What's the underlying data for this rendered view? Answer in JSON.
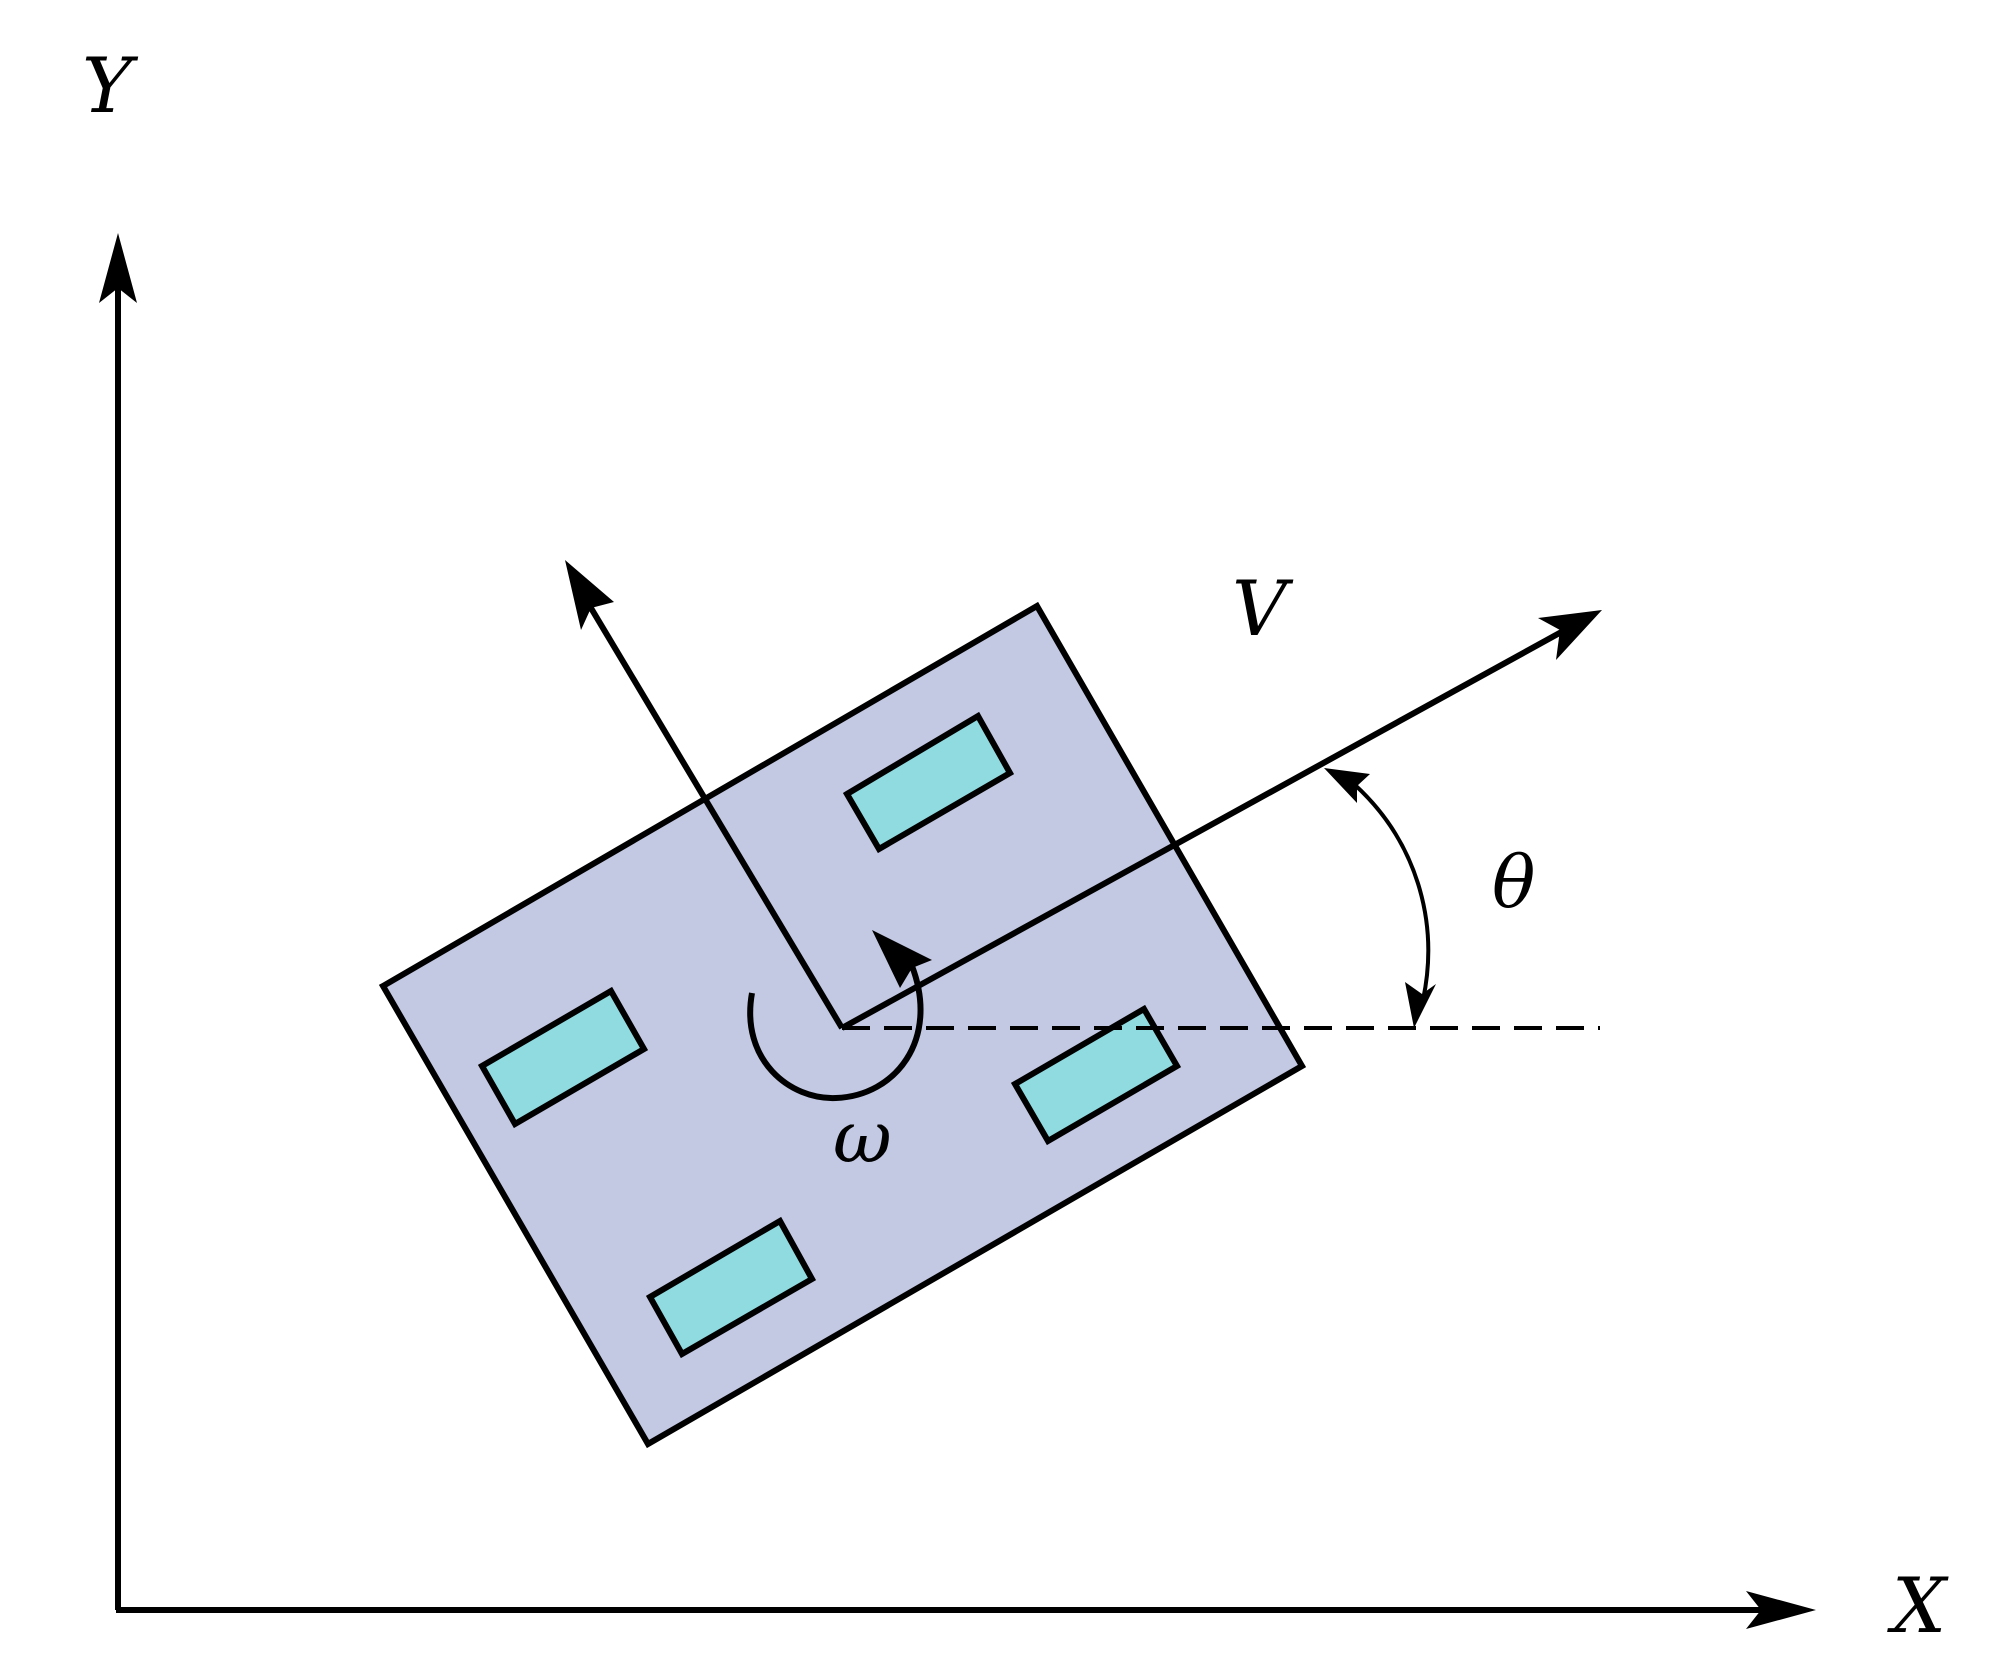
{
  "labels": {
    "y_axis": "Y",
    "x_axis": "X",
    "velocity": "V",
    "heading_angle": "θ",
    "angular_velocity": "ω"
  },
  "colors": {
    "stroke": "#000000",
    "body_fill": "#c3c8e3",
    "wheel_fill": "#8fdbe0",
    "background": "#ffffff"
  },
  "elements": {
    "body": "robot-body",
    "wheels": [
      "wheel-top-right",
      "wheel-left",
      "wheel-right",
      "wheel-bottom"
    ],
    "arrows": [
      "x-axis-arrow",
      "y-axis-arrow",
      "velocity-arrow",
      "lateral-axis-arrow",
      "rotation-arrow",
      "theta-arc-arrow"
    ],
    "reference": "horizontal-reference-line"
  }
}
